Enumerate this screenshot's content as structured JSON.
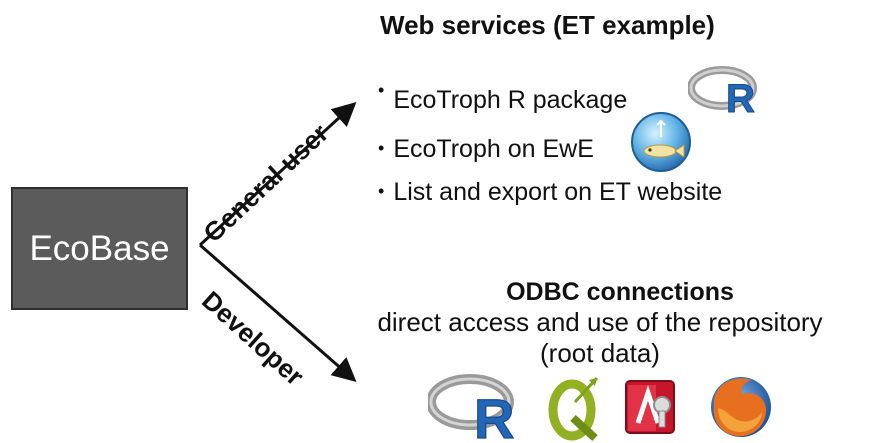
{
  "ecobase": {
    "label": "EcoBase"
  },
  "branches": {
    "upper": {
      "label": "General user"
    },
    "lower": {
      "label": "Developer"
    }
  },
  "web_services": {
    "title": "Web services (ET example)",
    "items": [
      {
        "label": "EcoTroph R package",
        "icon": "r-logo-icon"
      },
      {
        "label": "EcoTroph on EwE",
        "icon": "ewe-fish-icon"
      },
      {
        "label": "List and export on ET website",
        "icon": ""
      }
    ]
  },
  "odbc": {
    "title": "ODBC connections",
    "subtitle_line1": "direct access and use of the repository",
    "subtitle_line2": "(root data)",
    "icons": [
      "r-logo-icon",
      "qgis-icon",
      "ms-access-icon",
      "firefox-icon"
    ]
  },
  "colors": {
    "box": "#5b5b5b",
    "text": "#111111",
    "r_blue": "#2266b8",
    "qgis_green": "#93b023",
    "access_red": "#b2142a",
    "firefox_orange": "#e6701f"
  }
}
